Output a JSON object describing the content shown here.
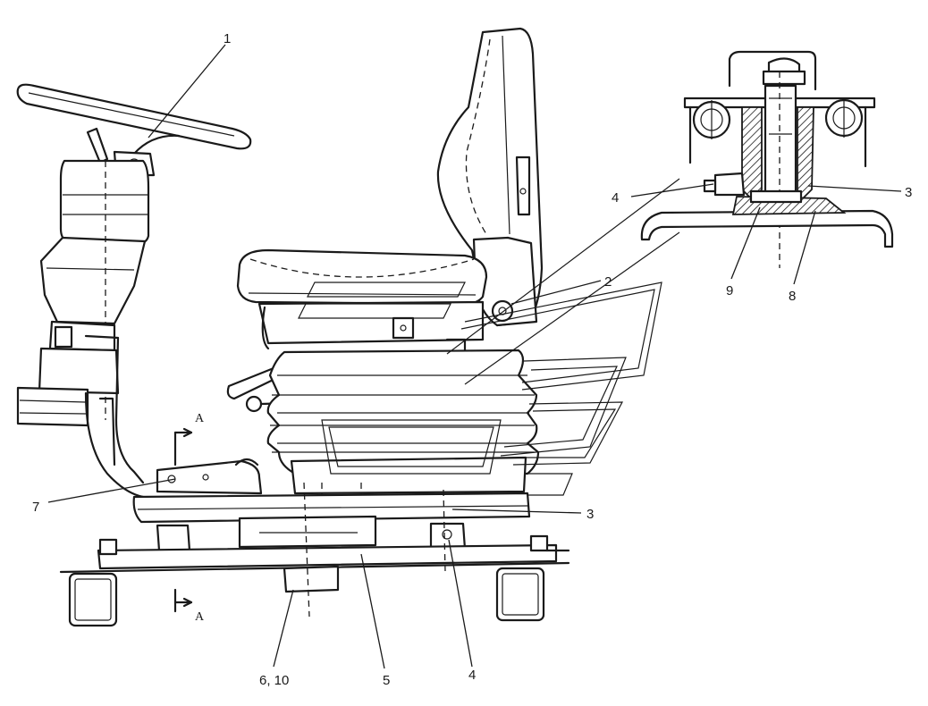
{
  "callouts": {
    "c1": "1",
    "c2": "2",
    "c3_detail": "3",
    "c3_main": "3",
    "c4_detail": "4",
    "c4_bottom": "4",
    "c5": "5",
    "c6_10": "6, 10",
    "c7": "7",
    "c8": "8",
    "c9": "9"
  },
  "section": {
    "top": "A",
    "bottom": "A"
  }
}
